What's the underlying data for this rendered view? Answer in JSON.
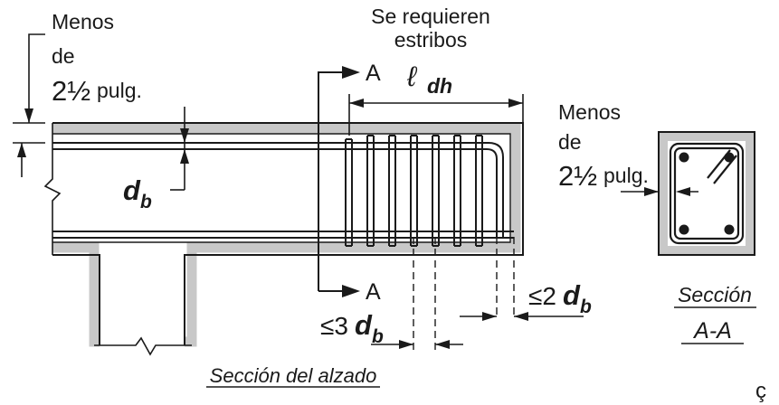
{
  "labels": {
    "menos_left": "Menos",
    "de_left": "de",
    "dist_left_num": "2½",
    "dist_left_unit": "pulg.",
    "se_requieren": "Se requieren",
    "estribos": "estribos",
    "section_mark_top": "A",
    "section_mark_bottom": "A",
    "ldh_l": "ℓ",
    "ldh_sub": "dh",
    "db_d": "d",
    "db_b": "b",
    "menos_right": "Menos",
    "de_right": "de",
    "dist_right_num": "2½",
    "dist_right_unit": "pulg.",
    "le2db_prefix": "≤2",
    "le2db_d": "d",
    "le2db_b": "b",
    "le3db_prefix": "≤3",
    "le3db_d": "d",
    "le3db_b": "b",
    "seccion_word": "Sección",
    "seccion_aa": "A-A",
    "seccion_alzado": "Sección del alzado",
    "corner_glyph": "ç"
  },
  "colors": {
    "line": "#1a1a1a",
    "cover": "#c8c8c8",
    "background": "#ffffff"
  }
}
